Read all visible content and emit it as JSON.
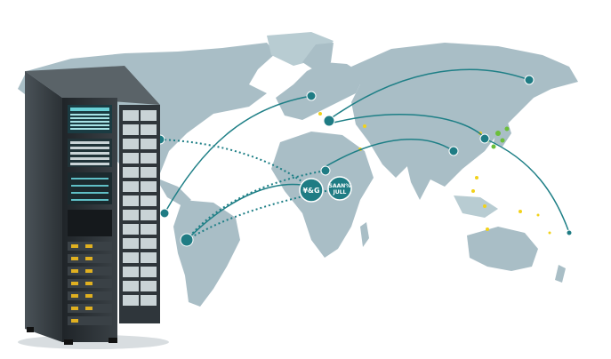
{
  "scene": {
    "description_labels": {
      "hub_left_label": "¥&G",
      "hub_right_line1": "SAAN%",
      "hub_right_line2": "JULL"
    },
    "colors": {
      "map_land": "#a9bec6",
      "map_land_light": "#c4d3d8",
      "ocean": "#ffffff",
      "route_line": "#1e7f86",
      "node_fill": "#1f7c84",
      "node_stroke": "#ffffff",
      "highlight_green": "#6bbf3a",
      "highlight_yellow": "#f2d21a",
      "rack_dark": "#2a2f33",
      "rack_mid": "#3b4247",
      "rack_panel": "#c9d3d6",
      "rack_accent": "#e0b020"
    },
    "icons": [
      "server-rack-icon",
      "lock-icon",
      "network-node-icon",
      "globe-icon"
    ]
  }
}
